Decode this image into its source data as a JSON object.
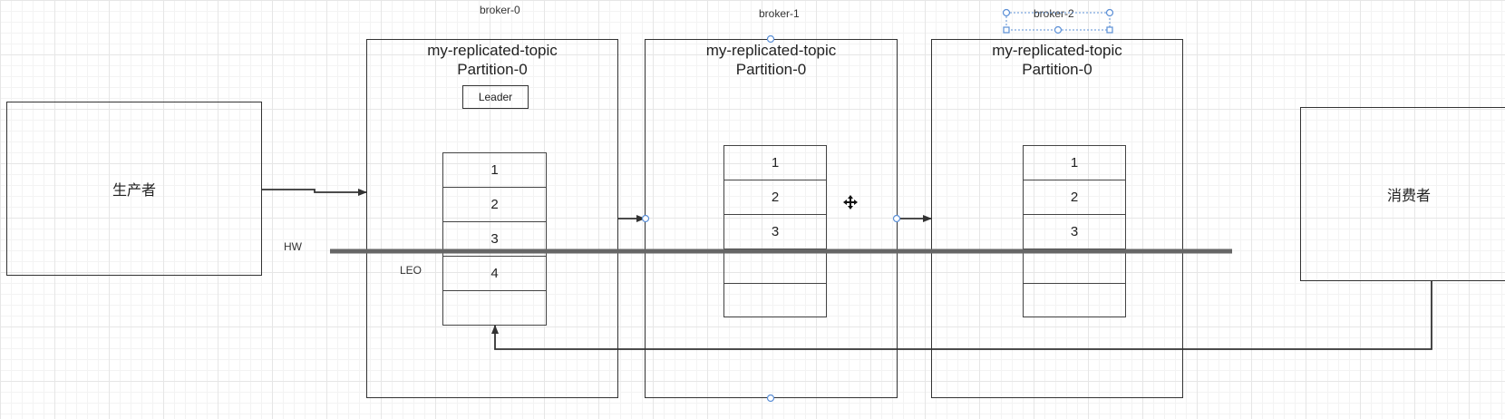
{
  "producer": {
    "label": "生产者"
  },
  "consumer": {
    "label": "消费者"
  },
  "brokers": [
    {
      "name": "broker-0",
      "topic": "my-replicated-topic",
      "partition": "Partition-0",
      "role": "Leader",
      "cells": [
        "1",
        "2",
        "3",
        "4",
        ""
      ]
    },
    {
      "name": "broker-1",
      "topic": "my-replicated-topic",
      "partition": "Partition-0",
      "cells": [
        "1",
        "2",
        "3",
        "",
        ""
      ]
    },
    {
      "name": "broker-2",
      "topic": "my-replicated-topic",
      "partition": "Partition-0",
      "cells": [
        "1",
        "2",
        "3",
        "",
        ""
      ]
    }
  ],
  "markers": {
    "hw": "HW",
    "leo": "LEO"
  },
  "colors": {
    "line": "#333333",
    "hw_line": "#666666",
    "selection": "#5b8fd6"
  }
}
